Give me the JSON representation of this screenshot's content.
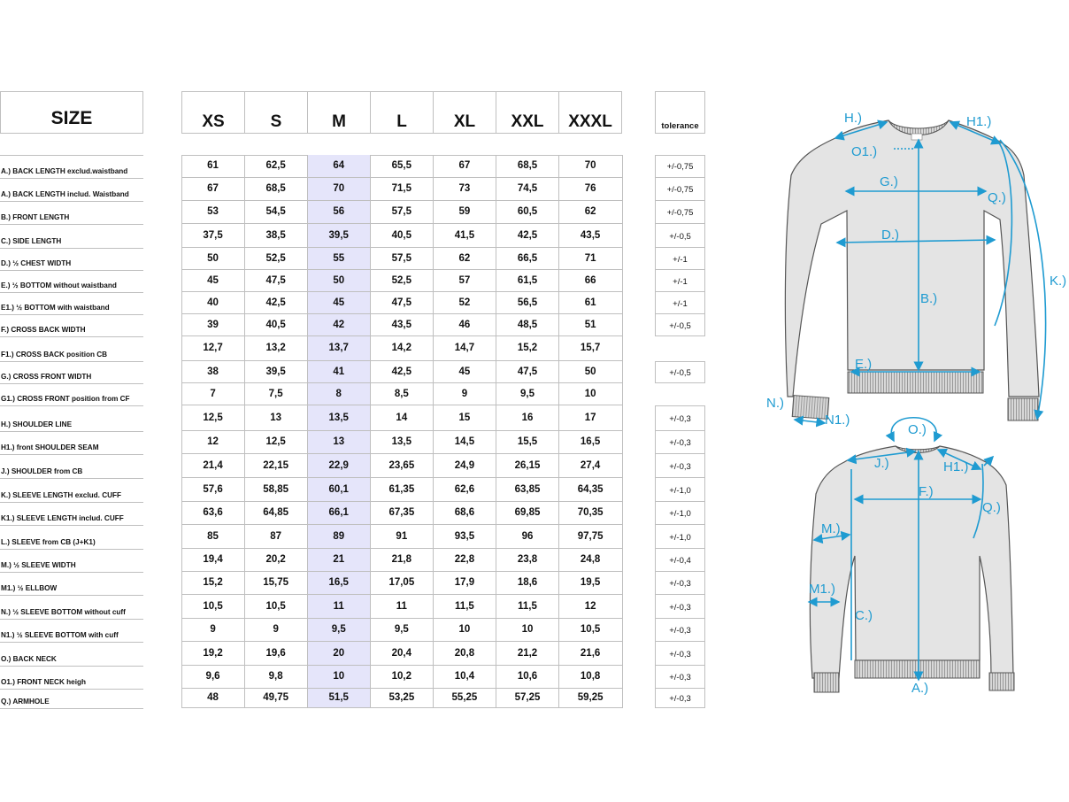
{
  "header": {
    "size_label": "SIZE",
    "sizes": [
      "XS",
      "S",
      "M",
      "L",
      "XL",
      "XXL",
      "XXXL"
    ],
    "tolerance_label": "tolerance"
  },
  "rows": [
    {
      "label": "A.) BACK LENGTH exclud.waistband",
      "values": [
        "61",
        "62,5",
        "64",
        "65,5",
        "67",
        "68,5",
        "70"
      ],
      "tolerance": "+/-0,75"
    },
    {
      "label": "A.) BACK LENGTH includ. Waistband",
      "values": [
        "67",
        "68,5",
        "70",
        "71,5",
        "73",
        "74,5",
        "76"
      ],
      "tolerance": "+/-0,75"
    },
    {
      "label": "B.)  FRONT LENGTH",
      "values": [
        "53",
        "54,5",
        "56",
        "57,5",
        "59",
        "60,5",
        "62"
      ],
      "tolerance": "+/-0,75"
    },
    {
      "label": "C.)  SIDE LENGTH",
      "values": [
        "37,5",
        "38,5",
        "39,5",
        "40,5",
        "41,5",
        "42,5",
        "43,5"
      ],
      "tolerance": "+/-0,5"
    },
    {
      "label": "D.) ½ CHEST WIDTH",
      "values": [
        "50",
        "52,5",
        "55",
        "57,5",
        "62",
        "66,5",
        "71"
      ],
      "tolerance": "+/-1"
    },
    {
      "label": "E.) ½  BOTTOM without waistband",
      "values": [
        "45",
        "47,5",
        "50",
        "52,5",
        "57",
        "61,5",
        "66"
      ],
      "tolerance": "+/-1"
    },
    {
      "label": "E1.) ½  BOTTOM with waistband",
      "values": [
        "40",
        "42,5",
        "45",
        "47,5",
        "52",
        "56,5",
        "61"
      ],
      "tolerance": "+/-1"
    },
    {
      "label": "F.) CROSS BACK WIDTH",
      "values": [
        "39",
        "40,5",
        "42",
        "43,5",
        "46",
        "48,5",
        "51"
      ],
      "tolerance": "+/-0,5"
    },
    {
      "label": "F1.) CROSS BACK position CB",
      "values": [
        "12,7",
        "13,2",
        "13,7",
        "14,2",
        "14,7",
        "15,2",
        "15,7"
      ],
      "tolerance": ""
    },
    {
      "label": "G.) CROSS FRONT WIDTH",
      "values": [
        "38",
        "39,5",
        "41",
        "42,5",
        "45",
        "47,5",
        "50"
      ],
      "tolerance": "+/-0,5"
    },
    {
      "label": "G1.) CROSS FRONT position from CF",
      "values": [
        "7",
        "7,5",
        "8",
        "8,5",
        "9",
        "9,5",
        "10"
      ],
      "tolerance": ""
    },
    {
      "label": "H.)  SHOULDER LINE",
      "values": [
        "12,5",
        "13",
        "13,5",
        "14",
        "15",
        "16",
        "17"
      ],
      "tolerance": "+/-0,3"
    },
    {
      "label": "H1.)  front SHOULDER SEAM",
      "values": [
        "12",
        "12,5",
        "13",
        "13,5",
        "14,5",
        "15,5",
        "16,5"
      ],
      "tolerance": "+/-0,3"
    },
    {
      "label": "J.) SHOULDER from CB",
      "values": [
        "21,4",
        "22,15",
        "22,9",
        "23,65",
        "24,9",
        "26,15",
        "27,4"
      ],
      "tolerance": "+/-0,3"
    },
    {
      "label": "K.) SLEEVE LENGTH exclud. CUFF",
      "values": [
        "57,6",
        "58,85",
        "60,1",
        "61,35",
        "62,6",
        "63,85",
        "64,35"
      ],
      "tolerance": "+/-1,0"
    },
    {
      "label": "K1.) SLEEVE LENGTH includ. CUFF",
      "values": [
        "63,6",
        "64,85",
        "66,1",
        "67,35",
        "68,6",
        "69,85",
        "70,35"
      ],
      "tolerance": "+/-1,0"
    },
    {
      "label": "L.) SLEEVE from CB (J+K1)",
      "values": [
        "85",
        "87",
        "89",
        "91",
        "93,5",
        "96",
        "97,75"
      ],
      "tolerance": "+/-1,0"
    },
    {
      "label": "M.) ½ SLEEVE WIDTH",
      "values": [
        "19,4",
        "20,2",
        "21",
        "21,8",
        "22,8",
        "23,8",
        "24,8"
      ],
      "tolerance": "+/-0,4"
    },
    {
      "label": "M1.) ½ ELLBOW",
      "values": [
        "15,2",
        "15,75",
        "16,5",
        "17,05",
        "17,9",
        "18,6",
        "19,5"
      ],
      "tolerance": "+/-0,3"
    },
    {
      "label": "N.) ½ SLEEVE BOTTOM without cuff",
      "values": [
        "10,5",
        "10,5",
        "11",
        "11",
        "11,5",
        "11,5",
        "12"
      ],
      "tolerance": "+/-0,3"
    },
    {
      "label": "N1.) ½ SLEEVE BOTTOM with cuff",
      "values": [
        "9",
        "9",
        "9,5",
        "9,5",
        "10",
        "10",
        "10,5"
      ],
      "tolerance": "+/-0,3"
    },
    {
      "label": "O.) BACK NECK",
      "values": [
        "19,2",
        "19,6",
        "20",
        "20,4",
        "20,8",
        "21,2",
        "21,6"
      ],
      "tolerance": "+/-0,3"
    },
    {
      "label": "O1.) FRONT NECK heigh",
      "values": [
        "9,6",
        "9,8",
        "10",
        "10,2",
        "10,4",
        "10,6",
        "10,8"
      ],
      "tolerance": "+/-0,3"
    },
    {
      "label": "Q.) ARMHOLE",
      "values": [
        "48",
        "49,75",
        "51,5",
        "53,25",
        "55,25",
        "57,25",
        "59,25"
      ],
      "tolerance": "+/-0,3"
    }
  ],
  "diagram": {
    "front_labels": {
      "H": "H.)",
      "H1": "H1.)",
      "O1": "O1.)",
      "G": "G.)",
      "Q": "Q.)",
      "D": "D.)",
      "K": "K.)",
      "B": "B.)",
      "E": "E.)",
      "N": "N.)",
      "N1": "N1.)"
    },
    "back_labels": {
      "O": "O.)",
      "J": "J.)",
      "H1": "H1.)",
      "F": "F.)",
      "Q": "Q.)",
      "M": "M.)",
      "M1": "M1.)",
      "C": "C.)",
      "A": "A.)"
    },
    "line_color": "#1f9bd1",
    "garment_fill": "#e4e4e4"
  }
}
